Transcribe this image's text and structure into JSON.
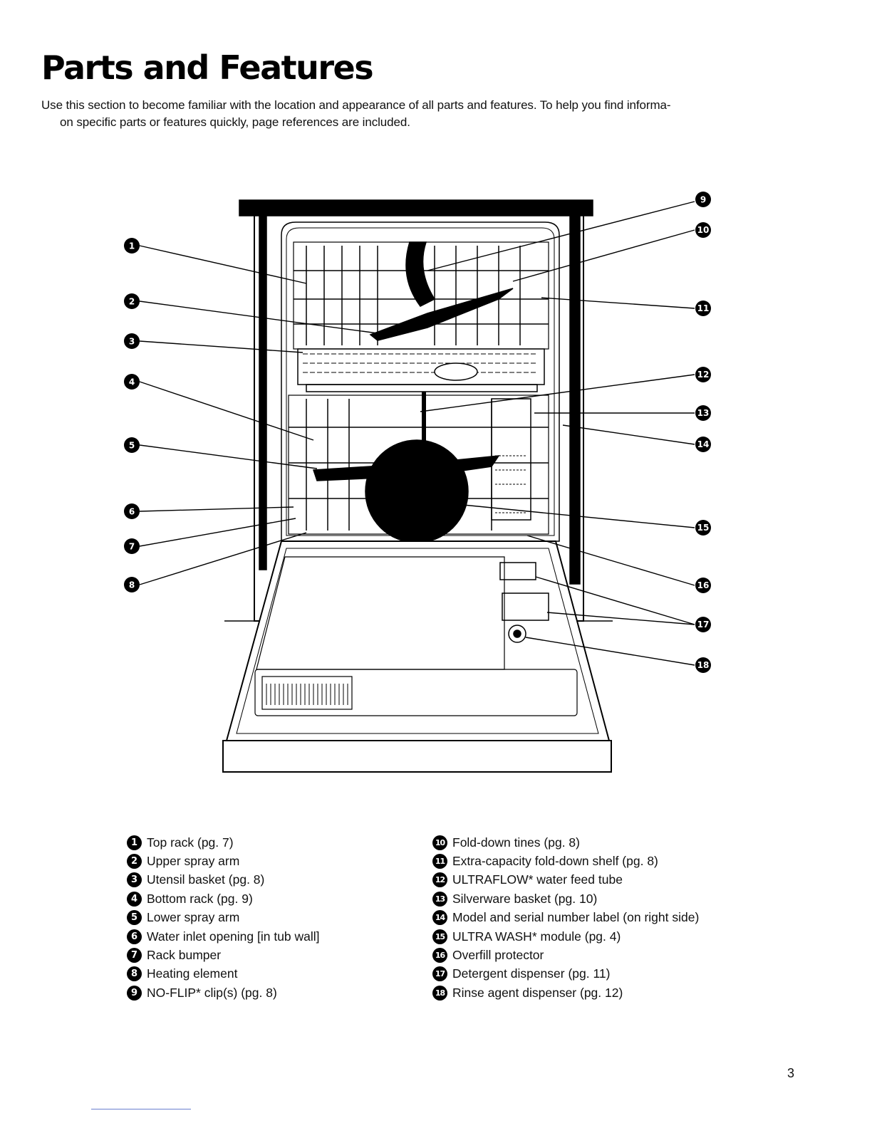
{
  "page": {
    "title": "Parts and Features",
    "intro_line1": "Use this section to become familiar with the location and appearance of all parts and features. To help you find informa-",
    "intro_line2": "on specific parts or features quickly, page references are included.",
    "page_number": "3"
  },
  "parts_left": [
    {
      "num": "1",
      "label": "Top rack (pg. 7)"
    },
    {
      "num": "2",
      "label": "Upper spray arm"
    },
    {
      "num": "3",
      "label": "Utensil basket (pg. 8)"
    },
    {
      "num": "4",
      "label": "Bottom rack (pg. 9)"
    },
    {
      "num": "5",
      "label": "Lower spray arm"
    },
    {
      "num": "6",
      "label": "Water inlet opening [in tub wall]"
    },
    {
      "num": "7",
      "label": "Rack bumper"
    },
    {
      "num": "8",
      "label": "Heating element"
    },
    {
      "num": "9",
      "label": "NO-FLIP* clip(s) (pg. 8)"
    }
  ],
  "parts_right": [
    {
      "num": "10",
      "label": "Fold-down tines (pg. 8)"
    },
    {
      "num": "11",
      "label": "Extra-capacity fold-down shelf (pg. 8)"
    },
    {
      "num": "12",
      "label": "ULTRAFLOW* water feed tube"
    },
    {
      "num": "13",
      "label": "Silverware basket (pg. 10)"
    },
    {
      "num": "14",
      "label": "Model and serial number label (on right side)"
    },
    {
      "num": "15",
      "label": "ULTRA WASH* module (pg. 4)"
    },
    {
      "num": "16",
      "label": "Overfill protector"
    },
    {
      "num": "17",
      "label": "Detergent dispenser (pg. 11)"
    },
    {
      "num": "18",
      "label": "Rinse agent dispenser (pg. 12)"
    }
  ],
  "callouts": [
    "1",
    "2",
    "3",
    "4",
    "5",
    "6",
    "7",
    "8",
    "9",
    "10",
    "11",
    "12",
    "13",
    "14",
    "15",
    "16",
    "17",
    "18"
  ]
}
